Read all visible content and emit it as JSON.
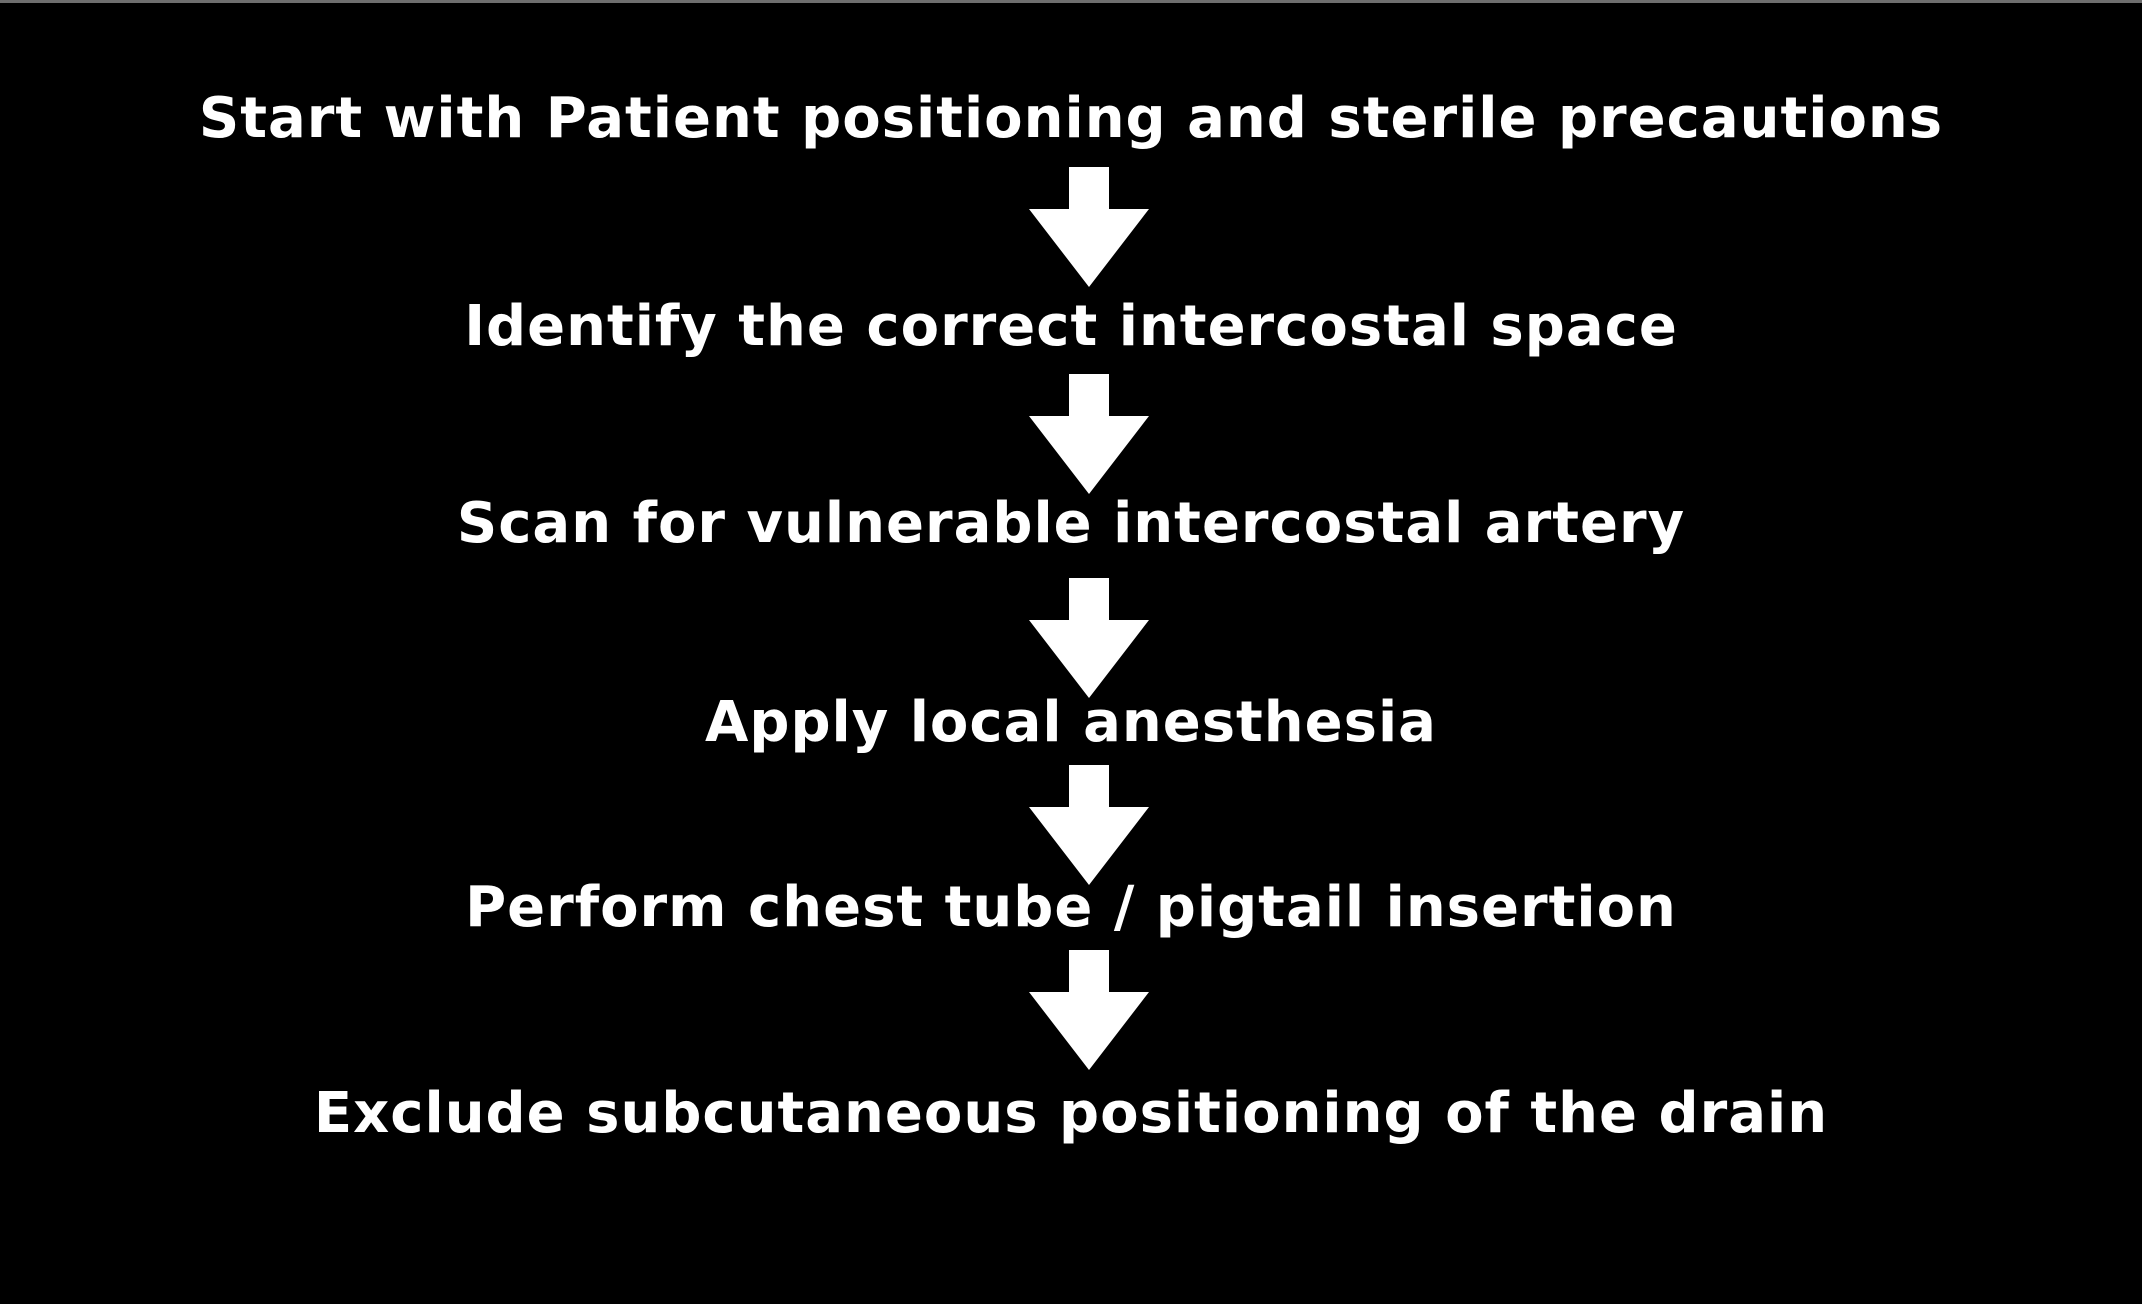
{
  "flowchart": {
    "steps": [
      "Start with Patient positioning and sterile precautions",
      "Identify the correct intercostal space",
      "Scan for vulnerable intercostal artery",
      "Apply local anesthesia",
      "Perform chest tube / pigtail insertion",
      "Exclude subcutaneous positioning of the drain"
    ]
  },
  "colors": {
    "background": "#000000",
    "foreground": "#ffffff"
  },
  "icons": {
    "connector": "arrow-down-icon"
  }
}
